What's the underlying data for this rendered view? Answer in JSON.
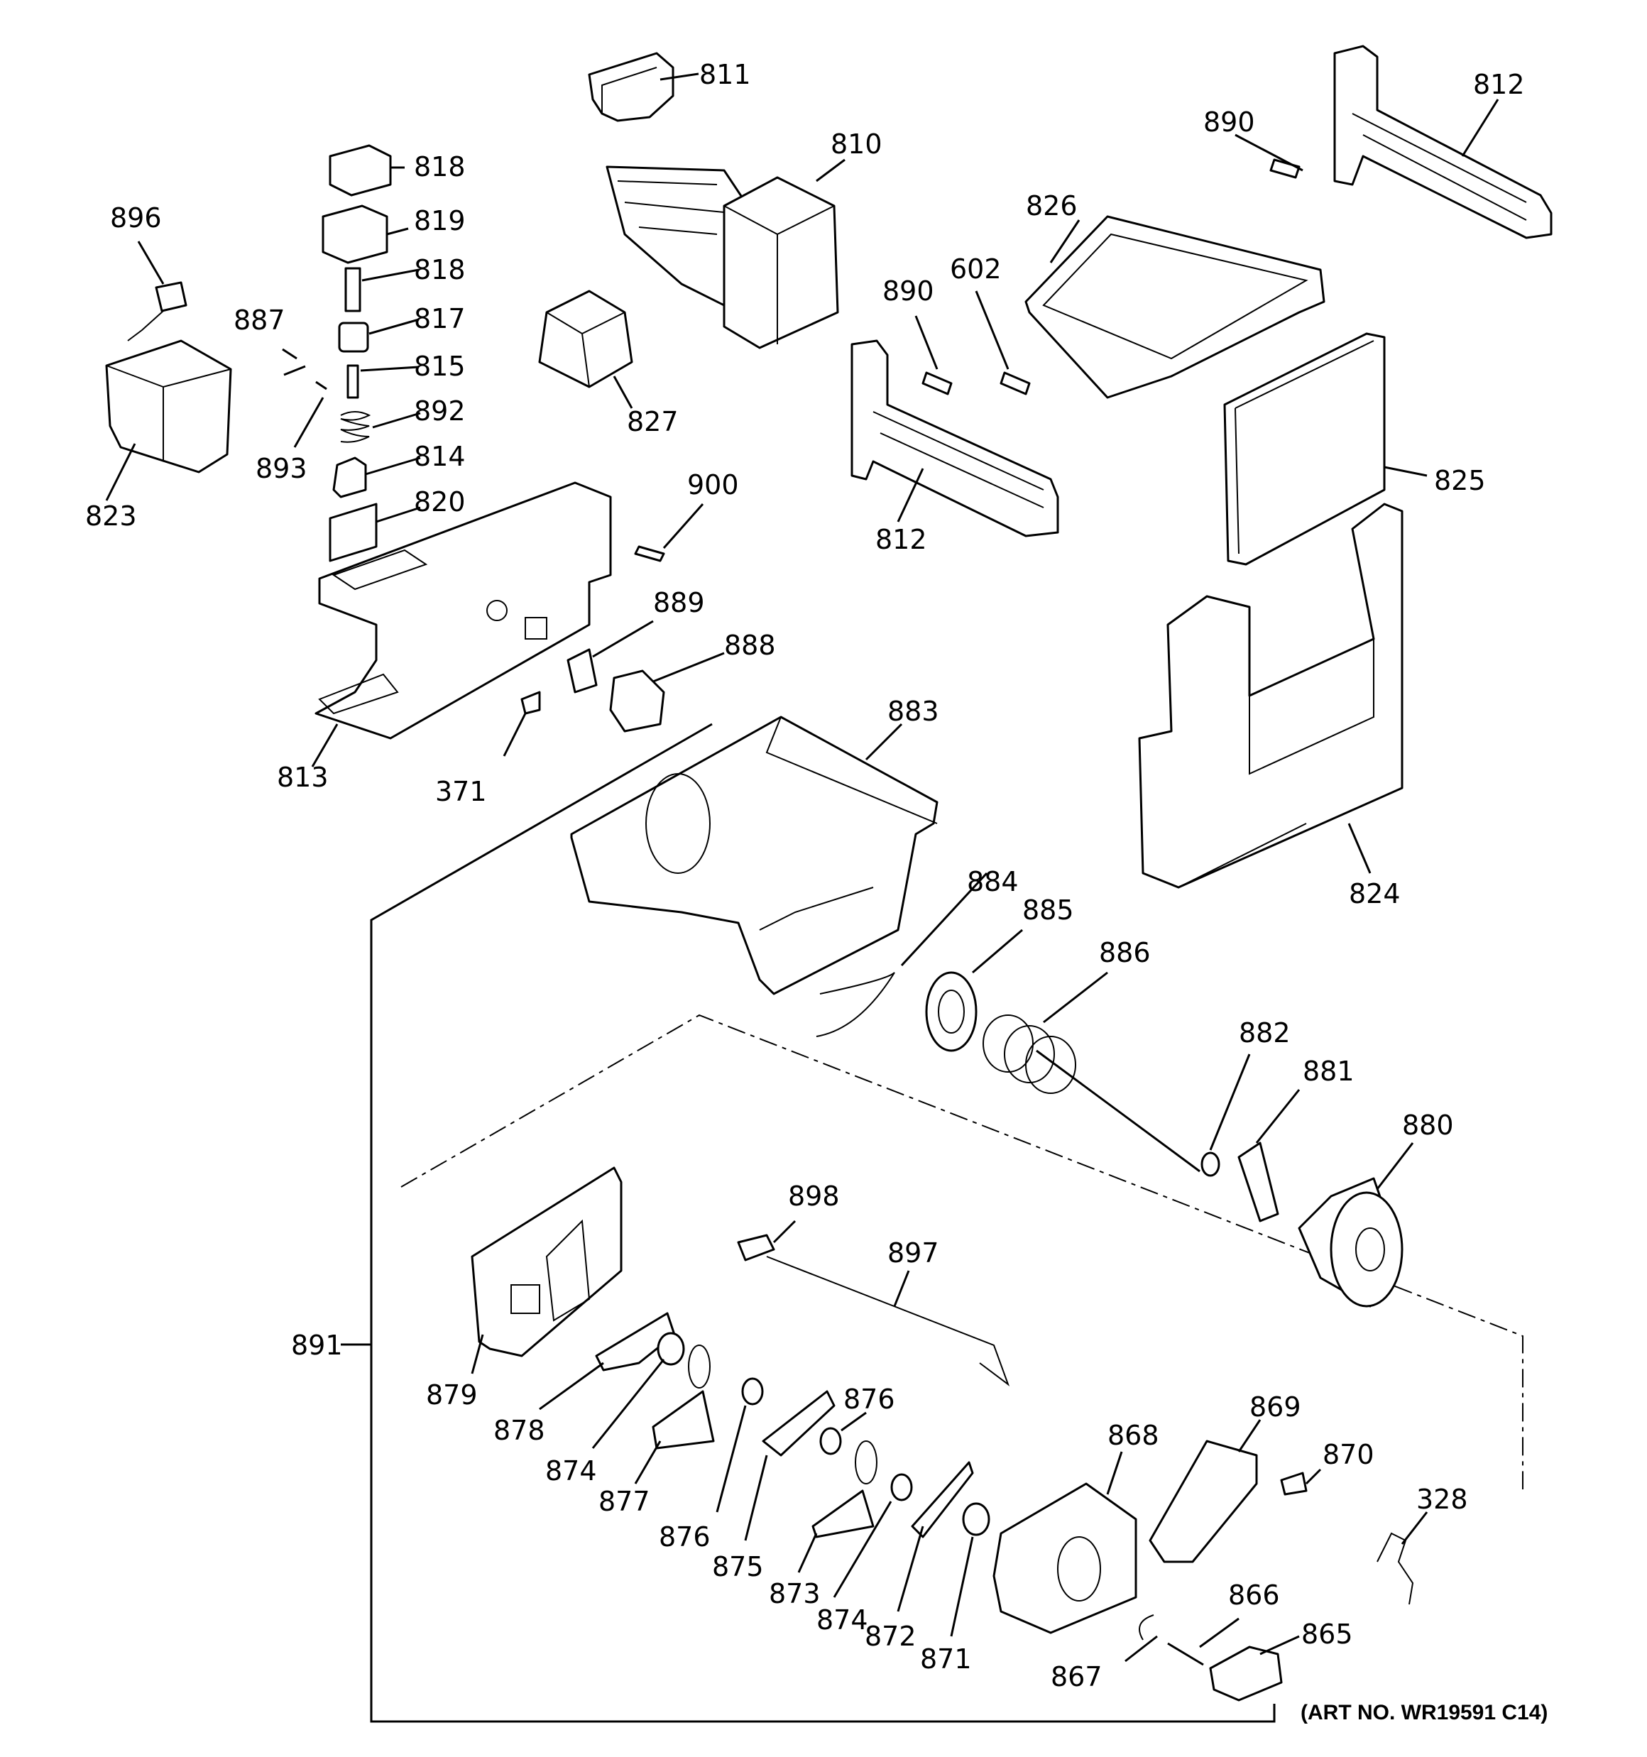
{
  "parts": {
    "p811": "811",
    "p810": "810",
    "p812a": "812",
    "p890a": "890",
    "p818a": "818",
    "p819": "819",
    "p818b": "818",
    "p896": "896",
    "p826": "826",
    "p890b": "890",
    "p602": "602",
    "p887": "887",
    "p817": "817",
    "p815": "815",
    "p827": "827",
    "p892": "892",
    "p893": "893",
    "p814": "814",
    "p823": "823",
    "p820": "820",
    "p812b": "812",
    "p825": "825",
    "p900": "900",
    "p889": "889",
    "p888": "888",
    "p883": "883",
    "p813": "813",
    "p371": "371",
    "p824": "824",
    "p884": "884",
    "p885": "885",
    "p886": "886",
    "p882": "882",
    "p881": "881",
    "p880": "880",
    "p898": "898",
    "p897": "897",
    "p891": "891",
    "p879": "879",
    "p878": "878",
    "p874a": "874",
    "p877": "877",
    "p876a": "876",
    "p876b": "876",
    "p875": "875",
    "p873": "873",
    "p874b": "874",
    "p872": "872",
    "p871": "871",
    "p868": "868",
    "p869": "869",
    "p870": "870",
    "p328": "328",
    "p866": "866",
    "p865": "865",
    "p867": "867"
  },
  "art_number": "(ART NO. WR19591 C14)"
}
